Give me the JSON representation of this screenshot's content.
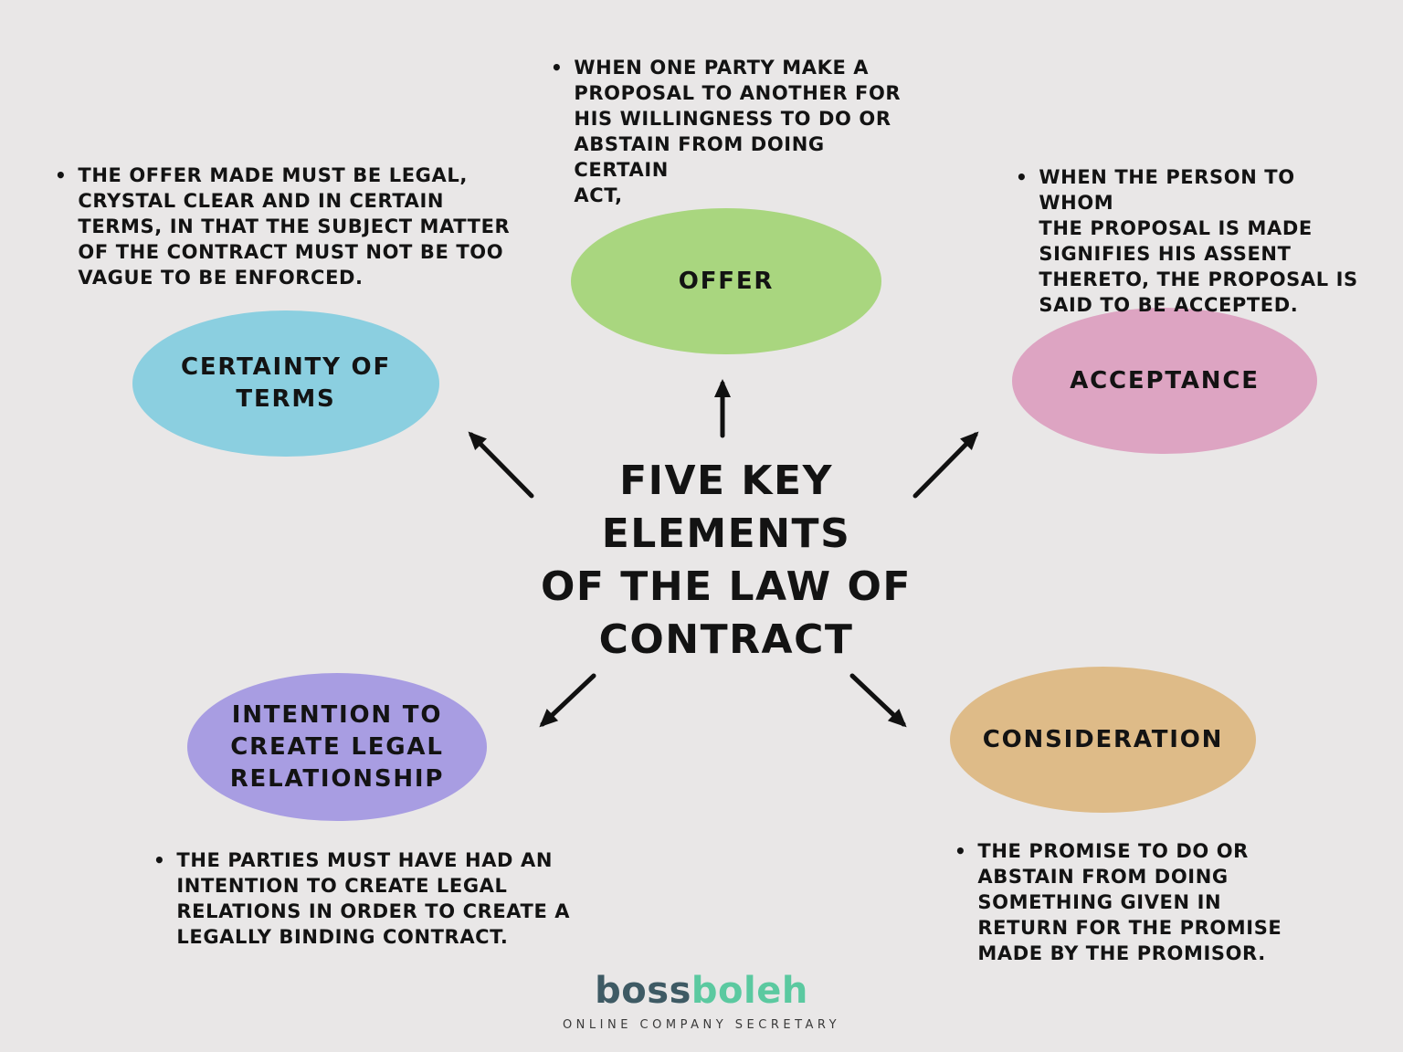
{
  "title": "FIVE KEY\nELEMENTS\nOF THE LAW OF\nCONTRACT",
  "ui": {
    "bullet": "•"
  },
  "colors": {
    "background": "#e9e7e7",
    "text": "#131313",
    "arrow": "#111111",
    "node_offer": "#a9d67f",
    "node_certainty": "#8bcfe0",
    "node_acceptance": "#dda4c2",
    "node_intention": "#a89de2",
    "node_consideration": "#debb88",
    "logo_boss": "#3e5a64",
    "logo_boleh": "#5bc9a0",
    "logo_tagline": "#3a3a3a"
  },
  "nodes": {
    "offer": {
      "label": "OFFER",
      "color": "#a9d67f",
      "note": "WHEN ONE PARTY MAKE A\nPROPOSAL TO ANOTHER FOR\nHIS WILLINGNESS TO DO OR\nABSTAIN FROM DOING CERTAIN\nACT,"
    },
    "certainty": {
      "label": "CERTAINTY OF\nTERMS",
      "color": "#8bcfe0",
      "note": "THE OFFER MADE MUST BE LEGAL,\nCRYSTAL CLEAR AND IN CERTAIN\nTERMS, IN THAT THE SUBJECT MATTER\nOF THE CONTRACT MUST NOT BE TOO\nVAGUE TO BE ENFORCED."
    },
    "acceptance": {
      "label": "ACCEPTANCE",
      "color": "#dda4c2",
      "note": "WHEN THE PERSON TO WHOM\nTHE PROPOSAL IS MADE\nSIGNIFIES HIS ASSENT\nTHERETO, THE PROPOSAL IS\nSAID TO BE ACCEPTED."
    },
    "intention": {
      "label": "INTENTION TO\nCREATE LEGAL\nRELATIONSHIP",
      "color": "#a89de2",
      "note": "THE PARTIES MUST HAVE HAD AN\nINTENTION TO CREATE LEGAL\nRELATIONS IN ORDER TO CREATE A\nLEGALLY BINDING CONTRACT."
    },
    "consideration": {
      "label": "CONSIDERATION",
      "color": "#debb88",
      "note": "THE PROMISE TO DO OR\nABSTAIN FROM DOING\nSOMETHING GIVEN IN\nRETURN FOR THE PROMISE\nMADE BY THE PROMISOR."
    }
  },
  "logo": {
    "boss": "boss",
    "boleh": "boleh",
    "tagline": "ONLINE COMPANY SECRETARY"
  }
}
